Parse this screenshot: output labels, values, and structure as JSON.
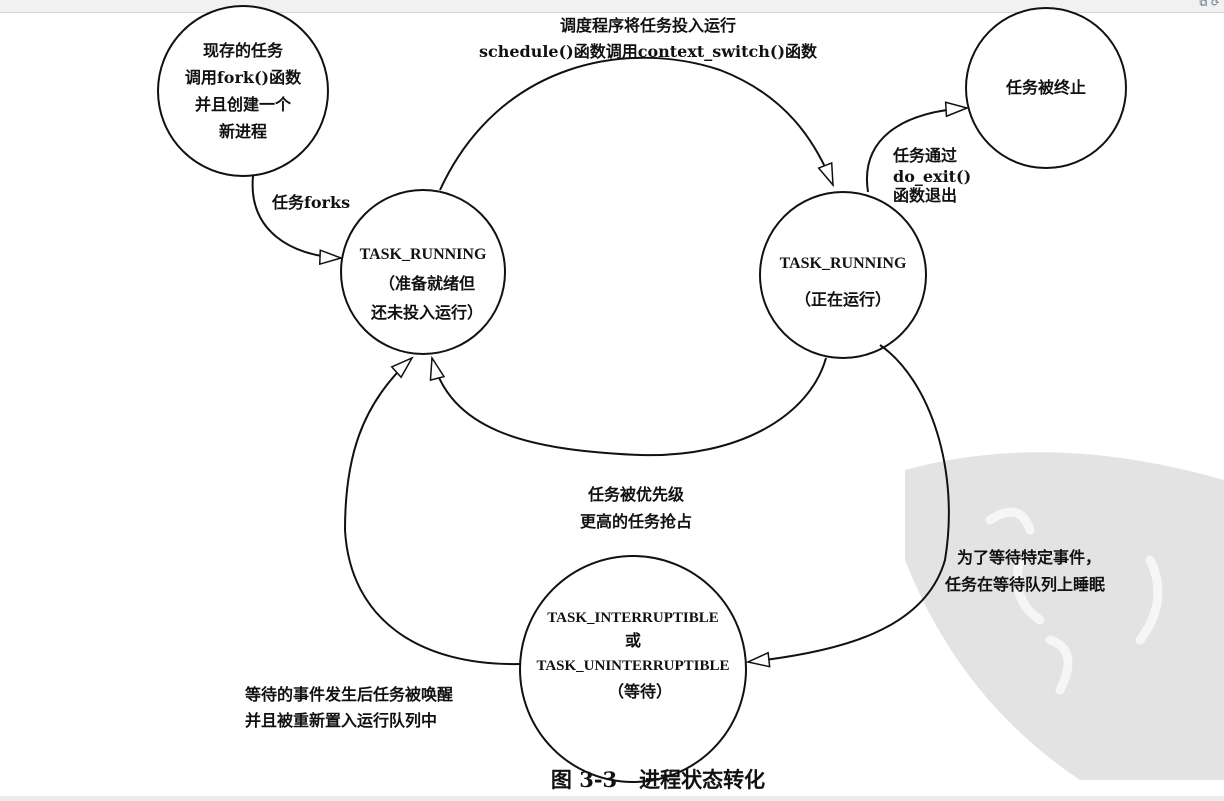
{
  "states": {
    "existing_task": [
      "现存的任务",
      "调用fork()函数",
      "并且创建一个",
      "新进程"
    ],
    "ready": [
      "TASK_RUNNING",
      "（准备就绪但",
      "还未投入运行）"
    ],
    "running": [
      "TASK_RUNNING",
      "（正在运行）"
    ],
    "terminated": "任务被终止",
    "waiting": [
      "TASK_INTERRUPTIBLE",
      "或",
      "TASK_UNINTERRUPTIBLE",
      "（等待）"
    ]
  },
  "transitions": {
    "forks": "任务forks",
    "schedule": [
      "调度程序将任务投入运行",
      "schedule()函数调用context_switch()函数"
    ],
    "exit": [
      "任务通过",
      "do_exit()",
      "函数退出"
    ],
    "preempt": [
      "任务被优先级",
      "更高的任务抢占"
    ],
    "sleep": [
      "为了等待特定事件，",
      "任务在等待队列上睡眠"
    ],
    "wakeup": [
      "等待的事件发生后任务被唤醒",
      "并且被重新置入运行队列中"
    ]
  },
  "caption": "图 3-3   进程状态转化",
  "colors": {
    "ink": "#111111",
    "watermark": "#e3e3e3"
  }
}
